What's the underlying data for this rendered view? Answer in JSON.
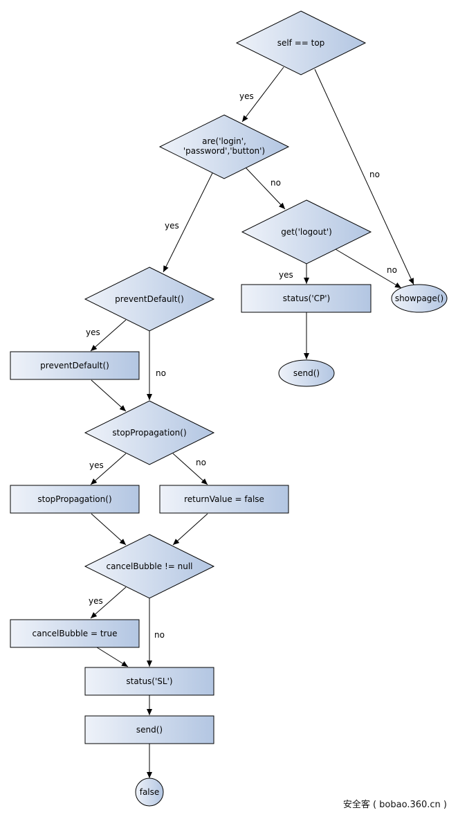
{
  "nodes": {
    "d_self_top": "self == top",
    "d_are_line1": "are('login',",
    "d_are_line2": "'password','button')",
    "d_get_logout": "get('logout')",
    "d_preventDefault": "preventDefault()",
    "b_preventDefault": "preventDefault()",
    "d_stopPropagation": "stopPropagation()",
    "b_stopPropagation": "stopPropagation()",
    "b_returnValue": "returnValue = false",
    "d_cancelBubble": "cancelBubble != null",
    "b_cancelBubble": "cancelBubble = true",
    "b_status_cp": "status('CP')",
    "o_send_right": "send()",
    "o_showpage": "showpage()",
    "b_status_sl": "status('SL')",
    "b_send": "send()",
    "o_false": "false"
  },
  "edge_labels": {
    "self_yes": "yes",
    "self_no": "no",
    "are_yes": "yes",
    "are_no": "no",
    "get_yes": "yes",
    "get_no": "no",
    "prevent_yes": "yes",
    "prevent_no": "no",
    "stop_yes": "yes",
    "stop_no": "no",
    "cancel_yes": "yes",
    "cancel_no": "no"
  },
  "watermark": "安全客 ( bobao.360.cn )",
  "colors": {
    "fill_light": "#eef2f9",
    "fill_dark": "#b3c6e2",
    "stroke": "#000000"
  }
}
